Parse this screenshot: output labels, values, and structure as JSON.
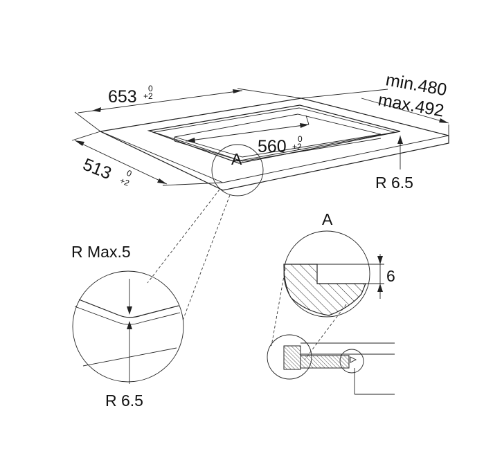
{
  "labels": {
    "width_main": "653",
    "width_tol_top": "0",
    "width_tol_bottom": "+2",
    "depth_main": "513",
    "depth_tol_top": "0",
    "depth_tol_bottom": "+2",
    "inner_main": "560",
    "inner_tol_top": "0",
    "inner_tol_bottom": "+2",
    "min_label": "min.480",
    "max_label": "max.492",
    "radius_top": "R 6.5",
    "detail_marker": "A",
    "detail_title": "A",
    "radius_max": "R Max.5",
    "radius_bottom": "R 6.5",
    "thickness": "6"
  }
}
